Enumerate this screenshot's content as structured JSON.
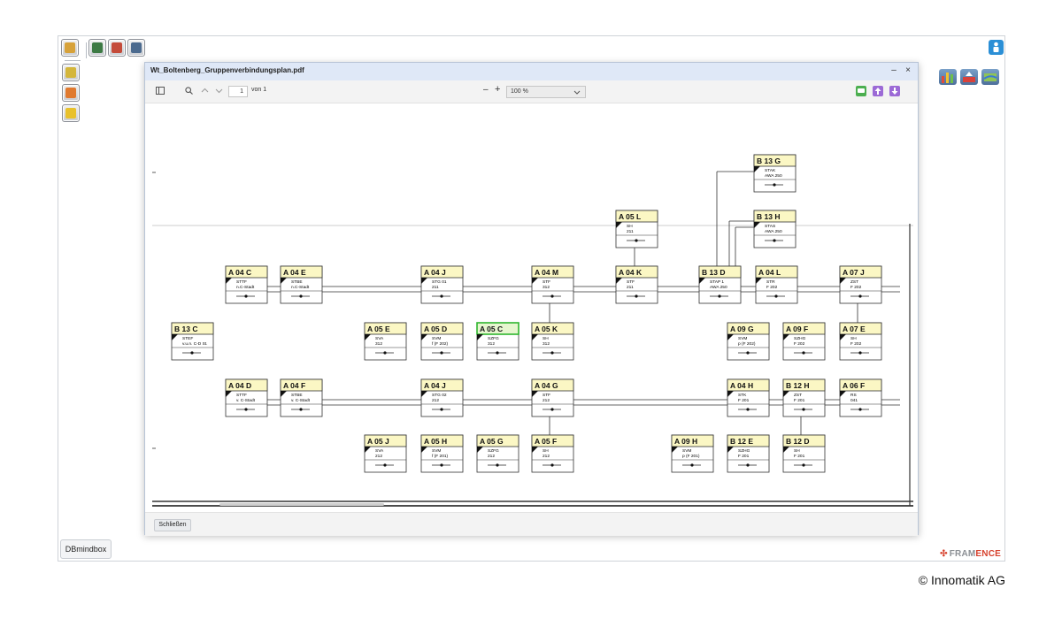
{
  "app": {
    "bottom_tab": "DBmindbox",
    "brand_part1": "FRAM",
    "brand_part2": "ENCE",
    "copyright": "© Innomatik AG"
  },
  "viewer": {
    "title": "Wt_Boltenberg_Gruppenverbindungsplan.pdf",
    "minimize": "–",
    "close": "×",
    "page_current": "1",
    "page_total_label": "von 1",
    "zoom_minus": "–",
    "zoom_plus": "+",
    "zoom_value": "100 %",
    "close_button": "Schließen"
  },
  "diagram": {
    "boxes": [
      {
        "id": "A 04 C",
        "l1": "STTF",
        "l2": "n.C-Stadt"
      },
      {
        "id": "A 04 E",
        "l1": "STBE",
        "l2": "n.C-Stadt"
      },
      {
        "id": "A 04 J",
        "l1": "STG 01",
        "l2": "211"
      },
      {
        "id": "A 04 M",
        "l1": "STF",
        "l2": "312"
      },
      {
        "id": "A 04 K",
        "l1": "STF",
        "l2": "211"
      },
      {
        "id": "B 13 D",
        "l1": "STAP 1",
        "l2": "AWA 250"
      },
      {
        "id": "A 04 L",
        "l1": "STR",
        "l2": "F 202"
      },
      {
        "id": "A 07 J",
        "l1": "ZST",
        "l2": "F 202"
      },
      {
        "id": "B 13 G",
        "l1": "STAK",
        "l2": "AWA 250"
      },
      {
        "id": "B 13 H",
        "l1": "STAS",
        "l2": "AWA 250"
      },
      {
        "id": "A 05 L",
        "l1": "SH",
        "l2": "211"
      },
      {
        "id": "B 13 C",
        "l1": "STEF",
        "l2": "v.u.n. C-D St."
      },
      {
        "id": "A 05 E",
        "l1": "SVA",
        "l2": "312"
      },
      {
        "id": "A 05 D",
        "l1": "SVM",
        "l2": "f (F 202)"
      },
      {
        "id": "A 05 C",
        "l1": "SZFG",
        "l2": "312"
      },
      {
        "id": "A 05 K",
        "l1": "SH",
        "l2": "312"
      },
      {
        "id": "A 09 G",
        "l1": "SVM",
        "l2": "p (F 202)"
      },
      {
        "id": "A 09 F",
        "l1": "SZHG",
        "l2": "F 202"
      },
      {
        "id": "A 07 E",
        "l1": "SH",
        "l2": "F 202"
      },
      {
        "id": "A 04 D",
        "l1": "STTF",
        "l2": "v. C-Stadt"
      },
      {
        "id": "A 04 F",
        "l1": "STBE",
        "l2": "v. C-Stadt"
      },
      {
        "id": "A 04 J",
        "l1": "STG 02",
        "l2": "212"
      },
      {
        "id": "A 04 G",
        "l1": "STF",
        "l2": "212"
      },
      {
        "id": "A 04 H",
        "l1": "STK",
        "l2": "F 201"
      },
      {
        "id": "B 12 H",
        "l1": "ZST",
        "l2": "F 201"
      },
      {
        "id": "A 06 F",
        "l1": "RS",
        "l2": "041"
      },
      {
        "id": "A 05 J",
        "l1": "SVA",
        "l2": "212"
      },
      {
        "id": "A 05 H",
        "l1": "SVM",
        "l2": "f (F 201)"
      },
      {
        "id": "A 05 G",
        "l1": "SZFG",
        "l2": "212"
      },
      {
        "id": "A 05 F",
        "l1": "SH",
        "l2": "212"
      },
      {
        "id": "A 09 H",
        "l1": "SVM",
        "l2": "p (F 201)"
      },
      {
        "id": "B 12 E",
        "l1": "SZHG",
        "l2": "F 201"
      },
      {
        "id": "B 12 D",
        "l1": "SH",
        "l2": "F 201"
      }
    ]
  }
}
